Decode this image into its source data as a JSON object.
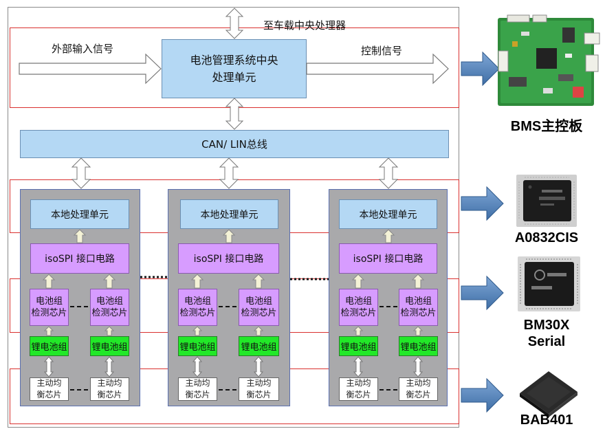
{
  "top_label": "至车载中央处理器",
  "input_label": "外部输入信号",
  "output_label": "控制信号",
  "cpu_label": "电池管理系统中央\n处理单元",
  "bus_label": "CAN/ LIN总线",
  "modules": [
    {
      "local_unit": "本地处理单元",
      "isospi": "isoSPI 接口电路",
      "detect_chips": [
        "电池组\n检测芯片",
        "电池组\n检测芯片"
      ],
      "cells": [
        "锂电池组",
        "锂电池组"
      ],
      "balancers": [
        "主动均\n衡芯片",
        "主动均\n衡芯片"
      ]
    },
    {
      "local_unit": "本地处理单元",
      "isospi": "isoSPI 接口电路",
      "detect_chips": [
        "电池组\n检测芯片",
        "电池组\n检测芯片"
      ],
      "cells": [
        "锂电池组",
        "锂电池组"
      ],
      "balancers": [
        "主动均\n衡芯片",
        "主动均\n衡芯片"
      ]
    },
    {
      "local_unit": "本地处理单元",
      "isospi": "isoSPI 接口电路",
      "detect_chips": [
        "电池组\n检测芯片",
        "电池组\n检测芯片"
      ],
      "cells": [
        "锂电池组",
        "锂电池组"
      ],
      "balancers": [
        "主动均\n衡芯片",
        "主动均\n衡芯片"
      ]
    }
  ],
  "chips": [
    {
      "label": "BMS主控板",
      "icon": "bms-board-photo"
    },
    {
      "label": "A0832CIS",
      "icon": "qfp-chip-photo"
    },
    {
      "label": "BM30X\nSerial",
      "icon": "qfp-chip-photo"
    },
    {
      "label": "BAB401",
      "icon": "qfn-chip-photo"
    }
  ],
  "colors": {
    "red_border": "#d9302e",
    "light_blue": "#b4d8f4",
    "purple": "#d79cff",
    "green": "#22e828",
    "module_gray": "#a9a9ab",
    "arrow_blue": "#4f7fb8"
  }
}
